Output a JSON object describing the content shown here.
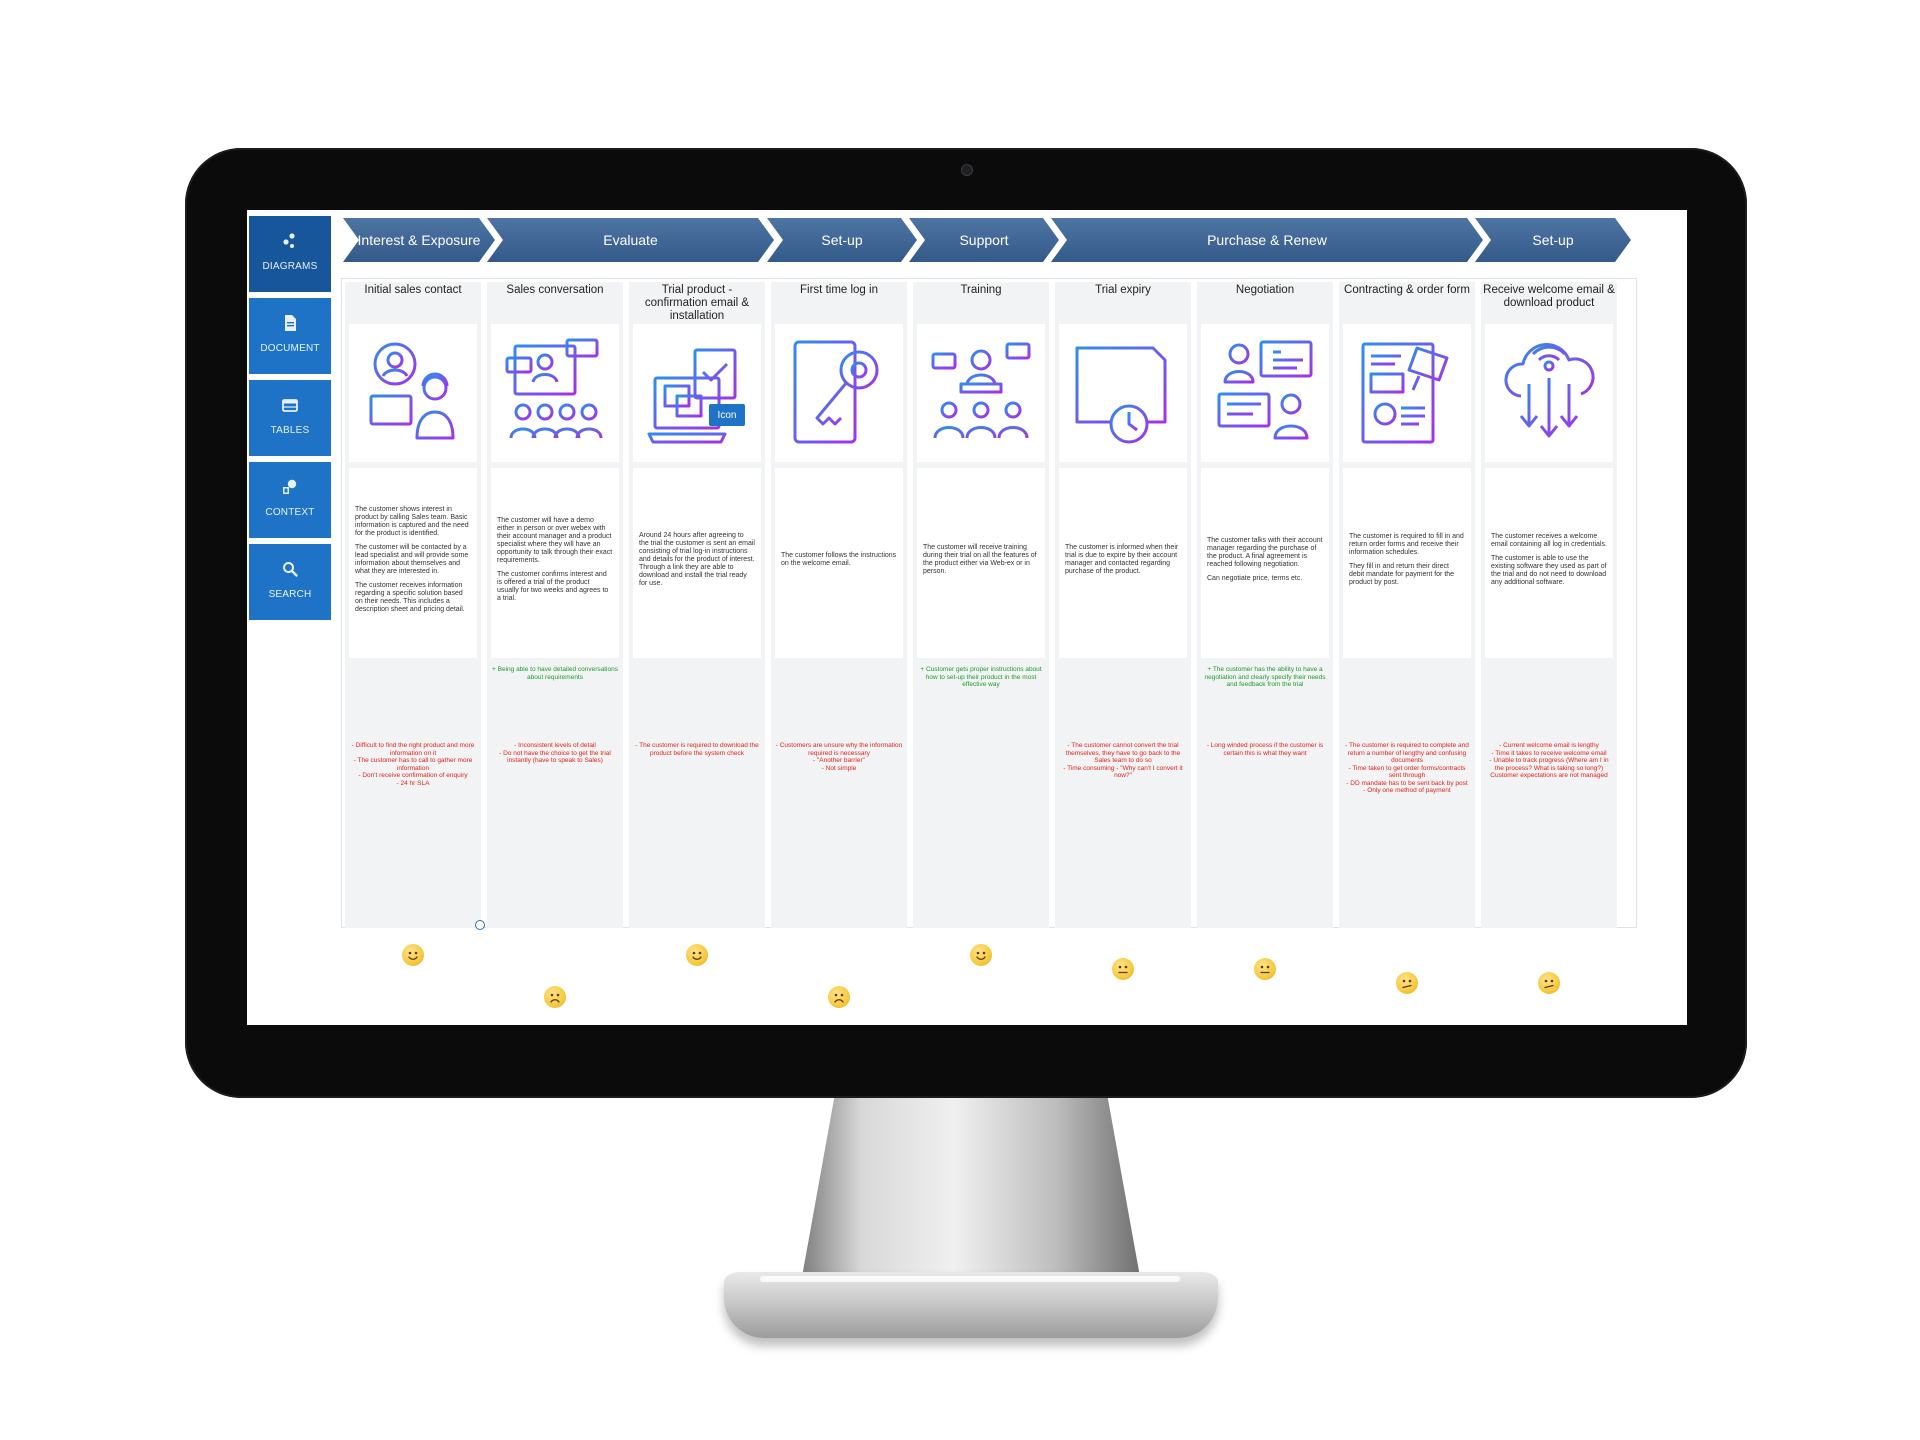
{
  "sidebar": {
    "items": [
      {
        "label": "DIAGRAMS",
        "icon": "diagram-icon",
        "active": true
      },
      {
        "label": "DOCUMENT",
        "icon": "document-icon",
        "active": false
      },
      {
        "label": "TABLES",
        "icon": "table-icon",
        "active": false
      },
      {
        "label": "CONTEXT",
        "icon": "context-icon",
        "active": false
      },
      {
        "label": "SEARCH",
        "icon": "search-icon",
        "active": false
      }
    ]
  },
  "stages": [
    {
      "label": "Interest & Exposure",
      "span": 1
    },
    {
      "label": "Evaluate",
      "span": 2
    },
    {
      "label": "Set-up",
      "span": 1
    },
    {
      "label": "Support",
      "span": 1
    },
    {
      "label": "Purchase & Renew",
      "span": 3
    },
    {
      "label": "Set-up",
      "span": 1
    }
  ],
  "columns": [
    {
      "title": "Initial sales contact",
      "icon": "person-headset-icon",
      "desc": [
        "The customer shows interest in product by calling Sales team. Basic information is captured and the need for the product is identified.",
        "The customer will be contacted by a lead specialist and will provide some information about themselves and what they are interested in.",
        "The customer receives information regarding a specific solution based on their needs. This includes a description sheet and pricing detail."
      ],
      "positive": "",
      "negative": "- Difficult to find the right product and more information on it\n- The customer has to call to gather more information\n- Don't receive confirmation of enquiry\n- 24 hr SLA",
      "sentiment": "happy"
    },
    {
      "title": "Sales conversation",
      "icon": "video-meeting-icon",
      "desc": [
        "The customer will have a demo either in person or over webex with their account manager and a product specialist where they will have an opportunity to talk through their exact requirements.",
        "The customer confirms interest and is offered a trial of the product usually for two weeks and agrees to a trial."
      ],
      "positive": "+ Being able to have detailed conversations about requirements",
      "negative": "- Inconsistent levels of detail\n- Do not have the choice to get the trial instantly (have to speak to Sales)",
      "sentiment": "sad"
    },
    {
      "title": "Trial product - confirmation email & installation",
      "icon": "laptop-email-icon",
      "badge": "Icon",
      "desc": [
        "Around 24 hours after agreeing to the trial the customer is sent an email consisting of trial log-in instructions and details for the product of interest. Through a link they are able to download and install the trial ready for use."
      ],
      "positive": "",
      "negative": "- The customer is required to download the product before the system check",
      "sentiment": "happy"
    },
    {
      "title": "First time log in",
      "icon": "key-door-icon",
      "desc": [
        "The customer follows the instructions on the welcome email."
      ],
      "positive": "",
      "negative": "- Customers are unsure why the information required is necessary\n- \"Another barrier\"\n- Not simple",
      "sentiment": "sad"
    },
    {
      "title": "Training",
      "icon": "presentation-icon",
      "desc": [
        "The customer will receive training during their trial on all the features of the product either via Web-ex or in person."
      ],
      "positive": "+ Customer gets proper instructions about how to set-up their product in the most effective way",
      "negative": "",
      "sentiment": "happy"
    },
    {
      "title": "Trial expiry",
      "icon": "calendar-clock-icon",
      "desc": [
        "The customer is informed when their trial is due to expire by their account manager and contacted regarding purchase of the product."
      ],
      "positive": "",
      "negative": "- The customer cannot convert the trial themselves, they have to go back to the Sales team to do so\n- Time consuming - \"Why can't I convert it now?\"",
      "sentiment": "neutral"
    },
    {
      "title": "Negotiation",
      "icon": "negotiation-icon",
      "desc": [
        "The customer talks with their account manager regarding the purchase of the product. A final agreement is reached following negotiation.",
        "Can negotiate price, terms etc."
      ],
      "positive": "+ The customer has the ability to have a negotiation and clearly specify their needs and feedback from the trial",
      "negative": "- Long winded process if the customer is certain this is what they want",
      "sentiment": "neutral"
    },
    {
      "title": "Contracting & order form",
      "icon": "contract-icon",
      "desc": [
        "The customer is required to fill in and return order forms and receive their information schedules.",
        "They fill in and return their direct debit mandate for payment for the product by post."
      ],
      "positive": "",
      "negative": "- The customer is required to complete and return a number of lengthy and confusing documents\n- Time taken to get order forms/contracts sent through\n- DD mandate has to be sent back by post\n- Only one method of payment",
      "sentiment": "confused"
    },
    {
      "title": "Receive welcome email & download product",
      "icon": "cloud-download-icon",
      "desc": [
        "The customer receives a welcome email containing all log in credentials.",
        "The customer is able to use the existing software they used as part of the trial and do not need to download any additional software."
      ],
      "positive": "",
      "negative": "- Current welcome email is lengthy\n- Time it takes to receive welcome email\n- Unable to track progress (Where am I in the process? What is taking so long?)\nCustomer expectations are not managed",
      "sentiment": "confused"
    }
  ],
  "colors": {
    "accent": "#1f73c7",
    "stage": "#3d6392",
    "positive": "#1e9a2b",
    "negative": "#e2231a"
  }
}
